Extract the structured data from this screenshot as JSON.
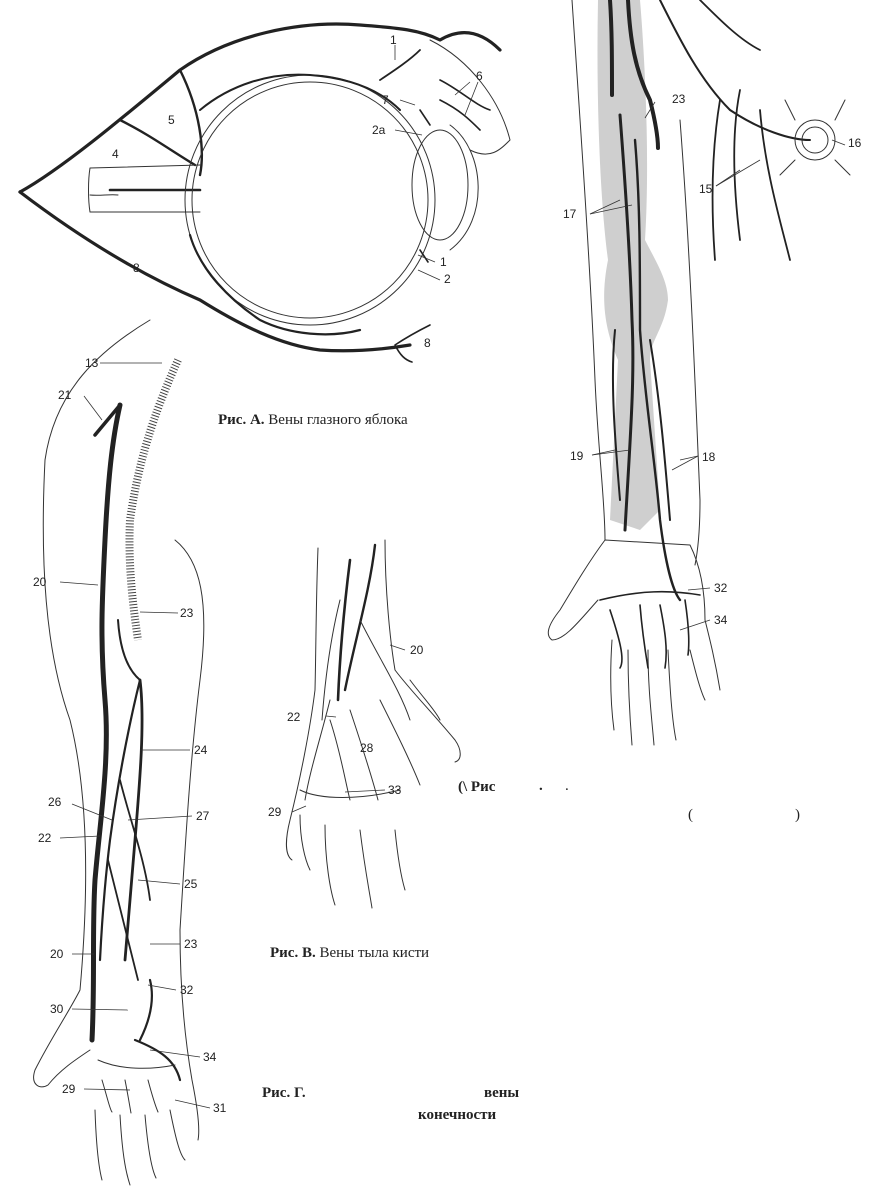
{
  "figures": {
    "a": {
      "caption_prefix": "Рис. А.",
      "caption_text": "Вены глазного яблока",
      "labels": [
        "1",
        "7",
        "2a",
        "6",
        "5",
        "4",
        "8",
        "1",
        "2",
        "8"
      ]
    },
    "b": {
      "caption_fragment": "(\\ Рис",
      "caption_dot": ".",
      "caption_dot2": ".",
      "caption_paren_open": "(",
      "caption_paren_close": ")",
      "labels": [
        "23",
        "16",
        "15",
        "17",
        "19",
        "18",
        "32",
        "34"
      ]
    },
    "v": {
      "caption_prefix": "Рис. В.",
      "caption_text": "Вены тыла кисти",
      "labels": [
        "20",
        "22",
        "28",
        "33",
        "29"
      ]
    },
    "g": {
      "caption_prefix": "Рис. Г.",
      "caption_word1": "вены",
      "caption_word2": "конечности",
      "labels": [
        "13",
        "21",
        "20",
        "23",
        "24",
        "26",
        "27",
        "22",
        "25",
        "20",
        "23",
        "32",
        "30",
        "34",
        "29",
        "31"
      ]
    }
  }
}
